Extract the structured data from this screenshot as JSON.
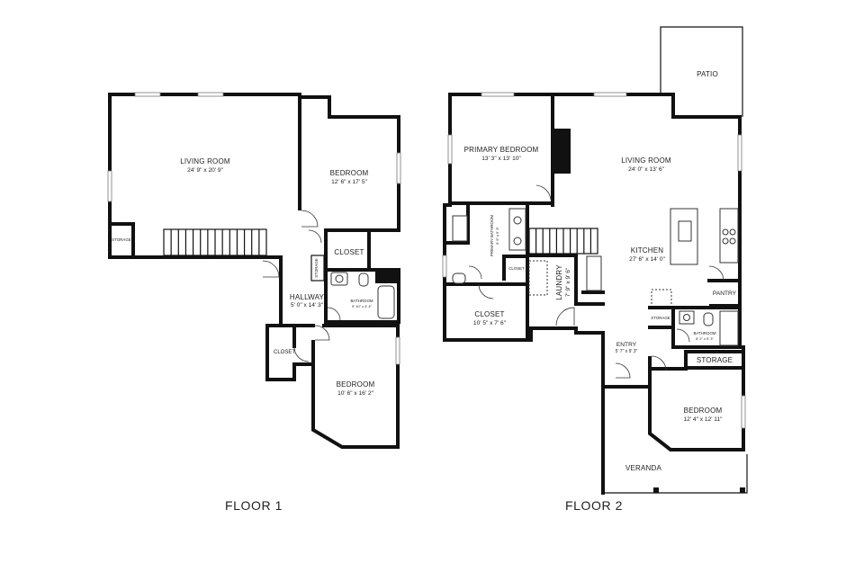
{
  "floor1": {
    "title": "FLOOR 1",
    "rooms": {
      "living_room": {
        "name": "LIVING ROOM",
        "dims": "24' 9\" x 20' 9\""
      },
      "bedroom_top": {
        "name": "BEDROOM",
        "dims": "12' 6\" x 17' 5\""
      },
      "storage_left": {
        "name": "STORAGE"
      },
      "closet_mid": {
        "name": "CLOSET"
      },
      "storage_small": {
        "name": "STORAGE"
      },
      "hallway": {
        "name": "HALLWAY",
        "dims": "5' 0\" x 14' 3\""
      },
      "bathroom": {
        "name": "BATHROOM",
        "dims": "9' 10\" x 4' 4\""
      },
      "closet_left": {
        "name": "CLOSET"
      },
      "bedroom_bottom": {
        "name": "BEDROOM",
        "dims": "10' 6\" x 16' 2\""
      }
    }
  },
  "floor2": {
    "title": "FLOOR 2",
    "rooms": {
      "patio": {
        "name": "PATIO"
      },
      "primary_bedroom": {
        "name": "PRIMARY BEDROOM",
        "dims": "13' 3\" x 13' 10\""
      },
      "living_room": {
        "name": "LIVING ROOM",
        "dims": "24' 0\" x 13' 6\""
      },
      "primary_bathroom": {
        "name": "PRIMARY BATHROOM",
        "dims": "9' 9\" x 5' 3\""
      },
      "closet_small": {
        "name": "CLOSET"
      },
      "kitchen": {
        "name": "KITCHEN",
        "dims": "27' 6\" x 14' 0\""
      },
      "laundry": {
        "name": "LAUNDRY",
        "dims": "7' 9\" x 9' 6\""
      },
      "closet_large": {
        "name": "CLOSET",
        "dims": "10' 5\" x 7' 6\""
      },
      "pantry": {
        "name": "PANTRY"
      },
      "storage_small": {
        "name": "STORAGE"
      },
      "bathroom": {
        "name": "BATHROOM",
        "dims": "8' 2\" x 5' 3\""
      },
      "entry": {
        "name": "ENTRY",
        "dims": "5' 7\" x 9' 3\""
      },
      "storage": {
        "name": "STORAGE"
      },
      "bedroom": {
        "name": "BEDROOM",
        "dims": "12' 4\" x 12' 11\""
      },
      "veranda": {
        "name": "VERANDA"
      }
    }
  }
}
